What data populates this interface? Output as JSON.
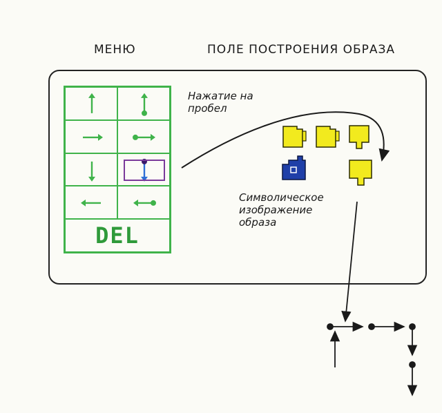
{
  "headers": {
    "menu": "МЕНЮ",
    "field": "ПОЛЕ ПОСТРОЕНИЯ ОБРАЗА"
  },
  "menu": {
    "items": [
      {
        "name": "move-up",
        "icon": "arrow-up-icon"
      },
      {
        "name": "draw-up",
        "icon": "dot-arrow-up-icon"
      },
      {
        "name": "move-right",
        "icon": "arrow-right-icon"
      },
      {
        "name": "draw-right",
        "icon": "dot-arrow-right-icon"
      },
      {
        "name": "move-down",
        "icon": "arrow-down-icon"
      },
      {
        "name": "draw-down",
        "icon": "dot-arrow-down-icon",
        "selected": true
      },
      {
        "name": "move-left",
        "icon": "arrow-left-icon"
      },
      {
        "name": "draw-left",
        "icon": "dot-arrow-left-icon"
      }
    ],
    "del_label": "DEL"
  },
  "annotations": {
    "space_press": "Нажатие на пробел",
    "symbolic": "Символическое изображение образа"
  },
  "colors": {
    "grid": "#3fb34a",
    "selection": "#7a3a9a",
    "tile_yellow": "#f2ea1e",
    "tile_blue": "#1f3fa8",
    "selected_arrow": "#2e6fd6"
  }
}
